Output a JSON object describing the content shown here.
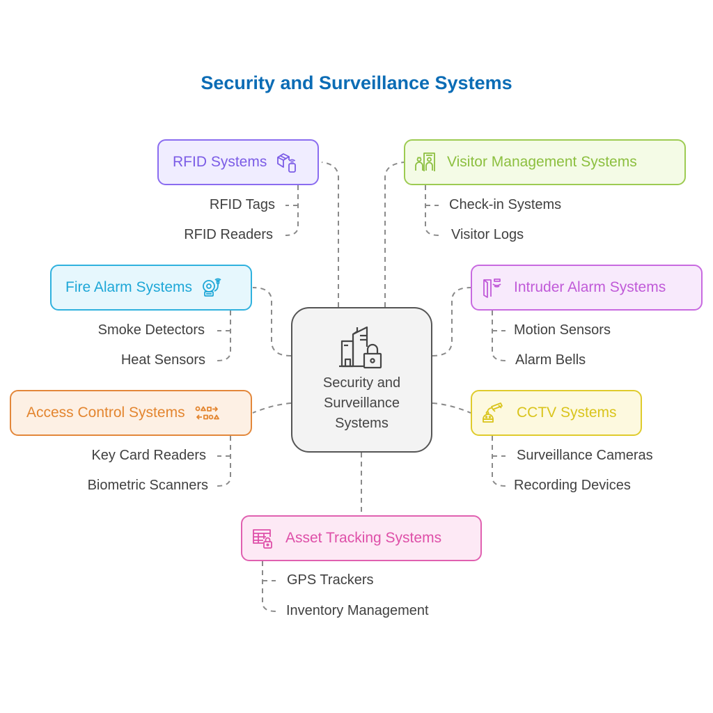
{
  "title": "Security and Surveillance Systems",
  "center": {
    "label_lines": [
      "Security and",
      "Surveillance",
      "Systems"
    ],
    "icon": "buildings-lock-icon"
  },
  "branches": [
    {
      "id": "rfid",
      "label": "RFID Systems",
      "icon": "package-wireless-icon",
      "color": "#7b5ce6",
      "fill": "#f0edff",
      "children": [
        "RFID Tags",
        "RFID Readers"
      ]
    },
    {
      "id": "visitor",
      "label": "Visitor Management Systems",
      "icon": "visitor-gate-icon",
      "color": "#8cbf3f",
      "fill": "#f4fbe6",
      "children": [
        "Check-in Systems",
        "Visitor Logs"
      ]
    },
    {
      "id": "fire",
      "label": "Fire Alarm Systems",
      "icon": "alarm-bell-icon",
      "color": "#1ea7d7",
      "fill": "#e6f7fd",
      "children": [
        "Smoke Detectors",
        "Heat Sensors"
      ]
    },
    {
      "id": "intruder",
      "label": "Intruder Alarm Systems",
      "icon": "door-sensor-icon",
      "color": "#c05ad8",
      "fill": "#f8eafc",
      "children": [
        "Motion Sensors",
        "Alarm Bells"
      ]
    },
    {
      "id": "access",
      "label": "Access Control Systems",
      "icon": "shapes-flow-icon",
      "color": "#e3852f",
      "fill": "#fdf0e4",
      "children": [
        "Key Card Readers",
        "Biometric Scanners"
      ]
    },
    {
      "id": "cctv",
      "label": "CCTV Systems",
      "icon": "cctv-camera-icon",
      "color": "#d9c41b",
      "fill": "#fdf9df",
      "children": [
        "Surveillance Cameras",
        "Recording Devices"
      ]
    },
    {
      "id": "asset",
      "label": "Asset Tracking Systems",
      "icon": "grid-lock-icon",
      "color": "#de4fa8",
      "fill": "#fde9f5",
      "children": [
        "GPS Trackers",
        "Inventory Management"
      ]
    }
  ]
}
